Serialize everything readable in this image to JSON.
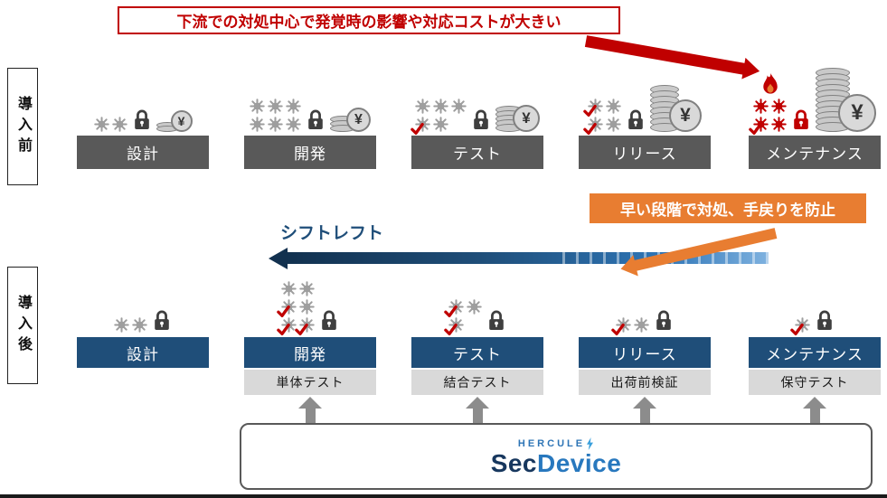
{
  "callout_top": {
    "text": "下流での対処中心で発覚時の影響や対応コストが大きい"
  },
  "callout_mid": {
    "text": "早い段階で対処、手戻りを防止"
  },
  "shift_left_label": "シフトレフト",
  "row_before": {
    "label": "導入前",
    "stages": [
      {
        "name": "設計"
      },
      {
        "name": "開発"
      },
      {
        "name": "テスト"
      },
      {
        "name": "リリース"
      },
      {
        "name": "メンテナンス"
      }
    ]
  },
  "row_after": {
    "label": "導入後",
    "stages": [
      {
        "name": "設計"
      },
      {
        "name": "開発",
        "sub": "単体テスト"
      },
      {
        "name": "テスト",
        "sub": "結合テスト"
      },
      {
        "name": "リリース",
        "sub": "出荷前検証"
      },
      {
        "name": "メンテナンス",
        "sub": "保守テスト"
      }
    ]
  },
  "product": {
    "brand": "HERCULE",
    "sec": "Sec",
    "device": "Device"
  },
  "icons": {
    "yen": "¥",
    "bug": "bug-icon",
    "lock": "lock-icon",
    "check": "check-icon",
    "fire": "fire-icon",
    "bolt": "lightning-bolt-icon",
    "coins": "cost-coins-icon"
  },
  "colors": {
    "red": "#C00000",
    "orange": "#E87D31",
    "navy": "#1F4E79",
    "blue": "#2E75B6",
    "stage_gray": "#595959",
    "icon_gray": "#9E9E9E",
    "lock_dark": "#3F3F3F",
    "sub_gray": "#D9D9D9",
    "arrow_gray": "#8C8C8C"
  },
  "clusters_before": [
    {
      "bugs": [
        "g",
        "g"
      ],
      "cols": 2,
      "lock": "g",
      "coins": {
        "discs": 2,
        "w": 24,
        "coin": 24
      }
    },
    {
      "bugs": [
        "g",
        "g",
        "g",
        "g",
        "g",
        "g"
      ],
      "cols": 3,
      "lock": "g",
      "coins": {
        "discs": 3,
        "w": 28,
        "coin": 27
      }
    },
    {
      "bugs": [
        "g",
        "g",
        "g",
        "gc",
        "g"
      ],
      "cols": 3,
      "lock": "g",
      "coins": {
        "discs": 5,
        "w": 30,
        "coin": 30
      }
    },
    {
      "bugs": [
        "gc",
        "g",
        "gc",
        "g"
      ],
      "cols": 2,
      "lock": "g",
      "coins": {
        "discs": 8,
        "w": 32,
        "coin": 36
      }
    },
    {
      "bugs": [
        "r",
        "r",
        "rc",
        "r"
      ],
      "cols": 2,
      "lock": "r",
      "fire": true,
      "coins": {
        "discs": 11,
        "w": 38,
        "coin": 42
      }
    }
  ],
  "clusters_after": [
    {
      "bugs": [
        "g",
        "g"
      ],
      "cols": 2,
      "lock": "g"
    },
    {
      "bugs": [
        "g",
        "g",
        "gc",
        "g",
        "gc",
        "gc"
      ],
      "cols": 2,
      "lock": "g"
    },
    {
      "bugs": [
        "gc",
        "g",
        "gc"
      ],
      "cols": 2,
      "lock": "g"
    },
    {
      "bugs": [
        "gc",
        "g"
      ],
      "cols": 2,
      "lock": "g"
    },
    {
      "bugs": [
        "gc"
      ],
      "cols": 1,
      "lock": "g"
    }
  ]
}
